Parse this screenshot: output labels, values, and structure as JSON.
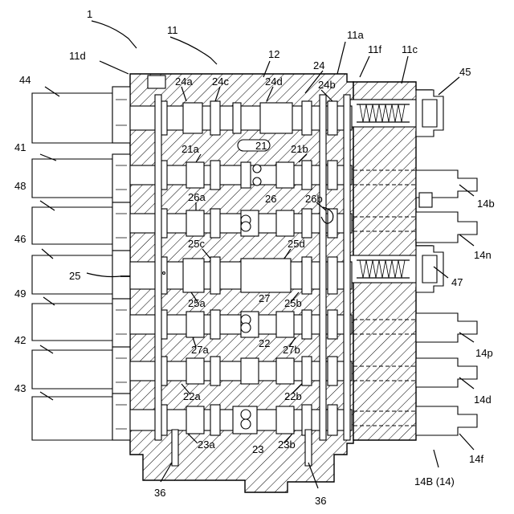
{
  "labels": {
    "l1": "1",
    "l11": "11",
    "l11a": "11a",
    "l11c": "11c",
    "l11d": "11d",
    "l11f": "11f",
    "l12": "12",
    "l24": "24",
    "l24a": "24a",
    "l24b": "24b",
    "l24c": "24c",
    "l24d": "24d",
    "l45": "45",
    "l44": "44",
    "l41": "41",
    "l48": "48",
    "l46": "46",
    "l25": "25",
    "l49": "49",
    "l42": "42",
    "l43": "43",
    "l21": "21",
    "l21a": "21a",
    "l21b": "21b",
    "l26": "26",
    "l26a": "26a",
    "l26b": "26b",
    "l25c": "25c",
    "l25d": "25d",
    "l25a": "25a",
    "l25b": "25b",
    "l27": "27",
    "l27a": "27a",
    "l27b": "27b",
    "l22": "22",
    "l22a": "22a",
    "l22b": "22b",
    "l23": "23",
    "l23a": "23a",
    "l23b": "23b",
    "l36L": "36",
    "l36R": "36",
    "l14b": "14b",
    "l14n": "14n",
    "l47": "47",
    "l14p": "14p",
    "l14d": "14d",
    "l14f": "14f",
    "l14B": "14B (14)"
  }
}
